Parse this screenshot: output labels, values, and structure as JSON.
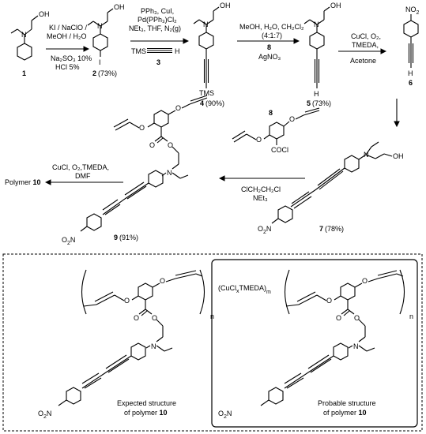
{
  "compounds": {
    "c1": {
      "label": "1"
    },
    "c2": {
      "label": "2",
      "yield": "(73%)",
      "substituent": "I"
    },
    "c3": {
      "label": "3",
      "formula_left": "TMS",
      "formula_right": "H"
    },
    "c4": {
      "label": "4",
      "yield": "(90%)",
      "substituent": "TMS"
    },
    "c5": {
      "label": "5",
      "yield": "(73%)",
      "substituent": "H"
    },
    "c6": {
      "label": "6",
      "top_group": "NO",
      "top_group_sub": "2",
      "bottom_atom": "H"
    },
    "c7": {
      "label": "7",
      "yield": "(78%)",
      "oh": "OH"
    },
    "c8": {
      "label": "8",
      "acyl": "COCl"
    },
    "c9": {
      "label": "9",
      "yield": "(91%)"
    },
    "c10": {
      "label": "10"
    }
  },
  "atoms": {
    "oh": "OH",
    "n": "N",
    "o": "O",
    "no2": "O",
    "no2_n": "N",
    "no2_sub": "2"
  },
  "reagents": {
    "step1": [
      "KI / NaClO /",
      "MeOH / H",
      "2",
      "O",
      "Na",
      "2",
      "SO",
      "3",
      " 10%",
      "HCl 5%"
    ],
    "step1_lines": [
      "KI / NaClO /",
      "MeOH / H₂O",
      "Na₂SO₃ 10%",
      "HCl 5%"
    ],
    "step2_lines": [
      "PPh₃, CuI,",
      "Pd(PPh₃)Cl₂",
      "NEt₃, THF, N₂(g)"
    ],
    "step3_lines": [
      "MeOH, H₂O, CH₂Cl₂",
      "(4:1:7)",
      "AgNO₃"
    ],
    "step4_lines": [
      "CuCl, O₂,",
      "TMEDA,",
      "Acetone"
    ],
    "step5_lines": [
      "ClCH₂CH₂Cl",
      "NEt₃"
    ],
    "step6_lines": [
      "CuCl, O₂,TMEDA,",
      "DMF"
    ]
  },
  "product_label": "Polymer",
  "n_index": "n",
  "m_index": "m",
  "complex_label": "(CuCl",
  "complex_x": "x",
  "complex_rest": "TMEDA)",
  "captions": {
    "expected_line1": "Expected structure",
    "expected_line2": "of polymer",
    "probable_line1": "Probable structure",
    "probable_line2": "of polymer",
    "polymer_number": "10"
  }
}
